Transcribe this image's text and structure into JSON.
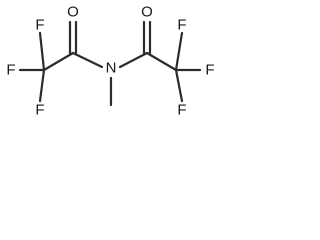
{
  "molecule": {
    "atoms": {
      "nitrogen": "N",
      "oxygen_left": "O",
      "oxygen_right": "O",
      "fluorine_left_top": "F",
      "fluorine_left_side": "F",
      "fluorine_left_bottom": "F",
      "fluorine_right_top": "F",
      "fluorine_right_side": "F",
      "fluorine_right_bottom": "F"
    },
    "colors": {
      "bond": "#2b2b2b",
      "label": "#1a1a1a",
      "background": "#ffffff"
    }
  }
}
